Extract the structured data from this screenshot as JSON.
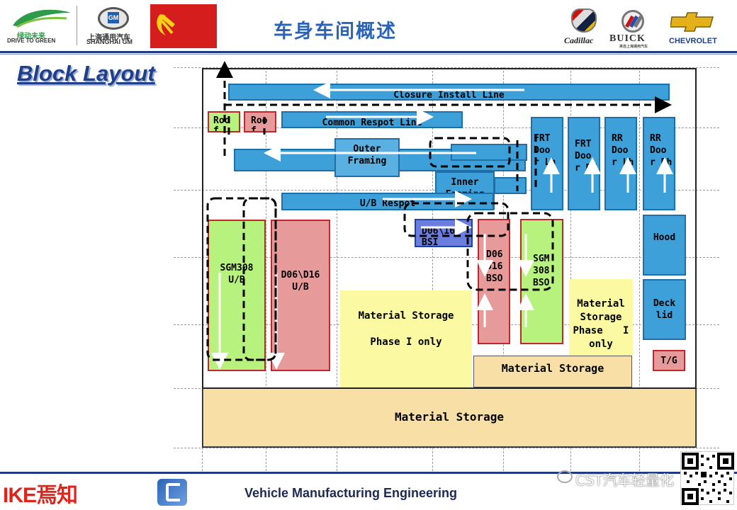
{
  "header": {
    "title": "车身车间概述",
    "logo_left_cn": "绿动未来",
    "logo_left_en": "DRIVE TO GREEN",
    "logo_sgm_cn": "上海通用汽车",
    "logo_sgm_en": "SHANGHAI GM",
    "logo_gm": "GM",
    "logo_cadillac": "Cadillac",
    "logo_buick": "BUICK",
    "logo_buick_sub": "来自上海通用汽车",
    "logo_chevrolet": "CHEVROLET"
  },
  "section_title": "Block Layout",
  "blocks": {
    "closure": "Closure Install Line",
    "common_respot": "Common Respot Line",
    "roof1": "Roo f",
    "roof2": "Roo f",
    "outer_framing": "Outer Framing",
    "inner_framing": "Inner Framing",
    "ub_respot": "U/B Respot",
    "frt_door_lh": "FRT Doo r Lh",
    "frt_door_rh": "FRT Doo r RH",
    "rr_door_lh": "RR Doo r Lh",
    "rr_door_rh": "RR Doo r Rh",
    "hood": "Hood",
    "deck_lid": "Deck lid",
    "tg": "T/G",
    "d06_bsi": "D06\\16 BSI",
    "sgm308_ub": "SGM308 U/B",
    "d06_ub": "D06\\D16 U/B",
    "d06_bso": "D06 D16 BSO",
    "sgm308_bso": "SGM 308 BSO",
    "mat_storage_phase1_a_line1": "Material Storage",
    "mat_storage_phase1_a_line2": "Phase I only",
    "mat_storage_phase1_b": "Material Storage Phase I only",
    "mat_storage_small": "Material Storage",
    "mat_storage_bottom": "Material Storage"
  },
  "footer": {
    "brand": "IKE焉知",
    "text": "Vehicle Manufacturing Engineering",
    "watermark": "CST汽车轻量化"
  },
  "colors": {
    "title_blue": "#2a63b8",
    "line_blue": "#3ea0d8",
    "cell_red": "#e79a9a",
    "cell_green": "#b7f27e",
    "storage_yellow": "#fbf9a2",
    "storage_sand": "#f7dfa5",
    "footer_navy": "#1c2a52"
  }
}
